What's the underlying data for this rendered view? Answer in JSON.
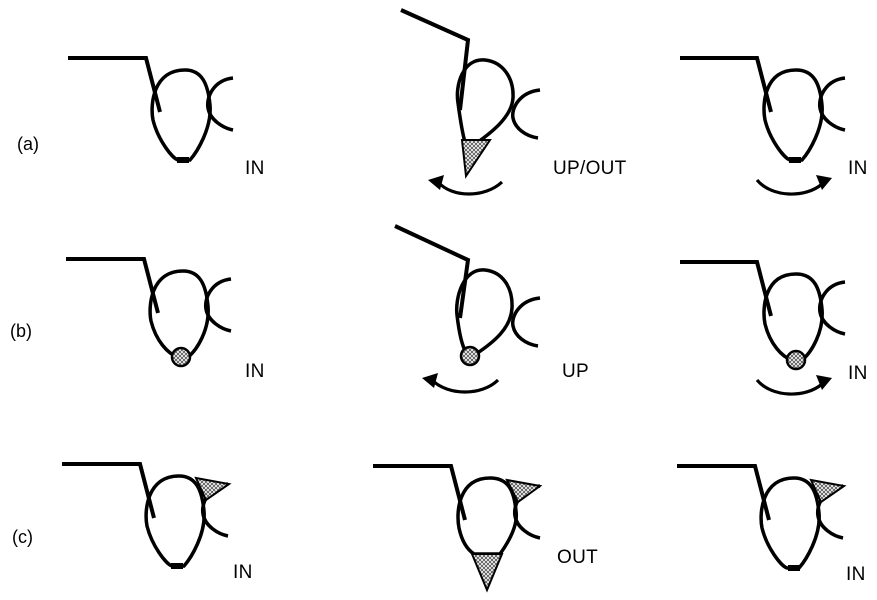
{
  "rows": [
    {
      "label": "(a)",
      "state_labels": [
        "IN",
        "UP/OUT",
        "IN"
      ]
    },
    {
      "label": "(b)",
      "state_labels": [
        "IN",
        "UP",
        "IN"
      ]
    },
    {
      "label": "(c)",
      "state_labels": [
        "IN",
        "OUT",
        "IN"
      ]
    }
  ],
  "colors": {
    "stroke": "#000000",
    "hatch": "#777777",
    "background": "#ffffff"
  }
}
